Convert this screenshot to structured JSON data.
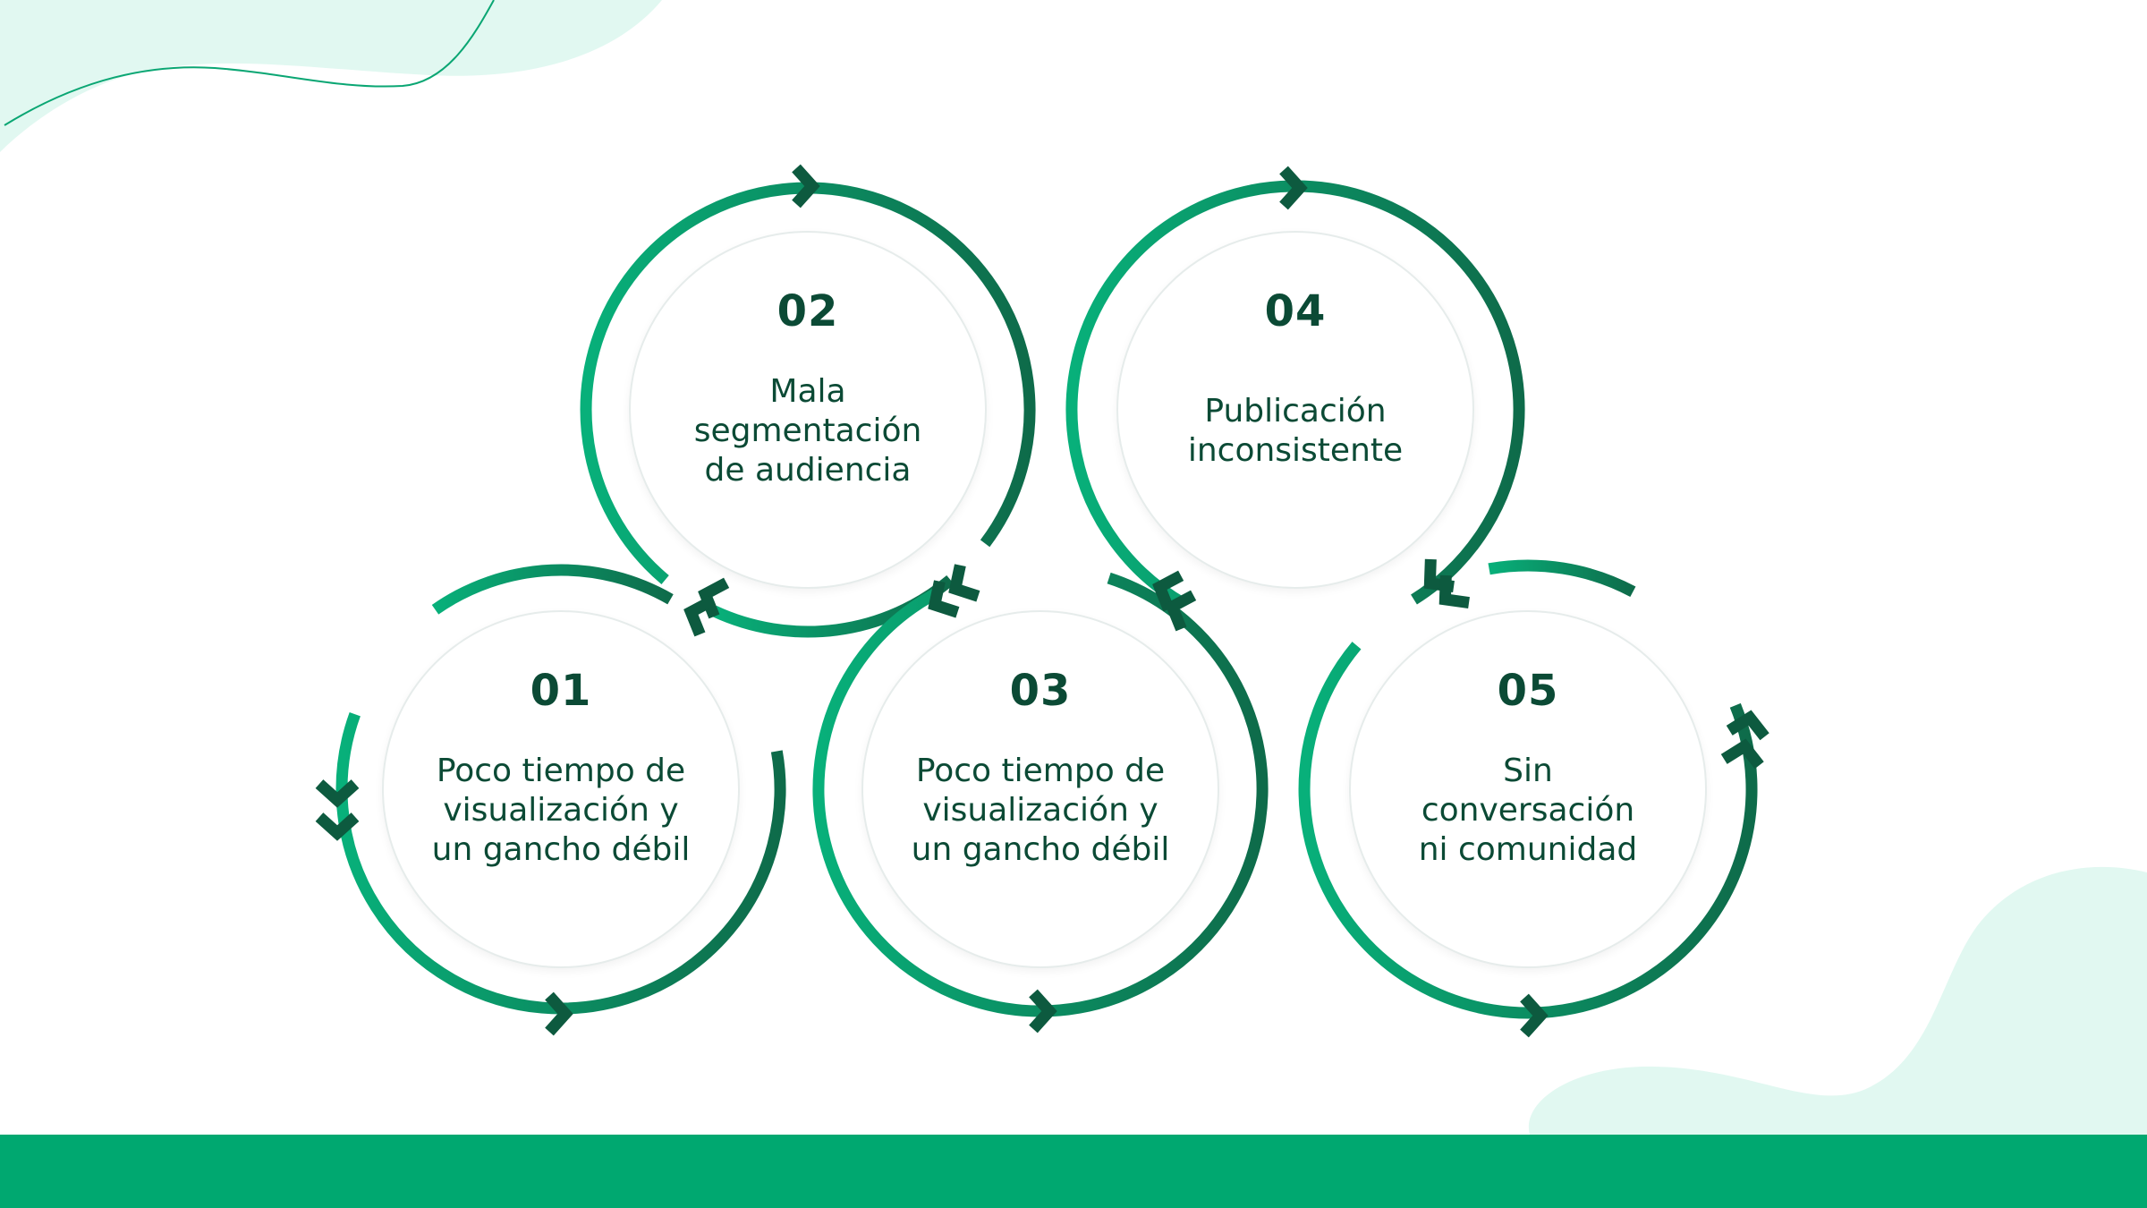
{
  "colors": {
    "accent": "#00a870",
    "ring_light": "#08b07a",
    "ring_dark": "#0e6b4a",
    "arrow": "#0d5a3f",
    "text": "#0b4a35",
    "blob": "#e1f8f1"
  },
  "steps": [
    {
      "number": "01",
      "lines": [
        "Poco tiempo de",
        "visualización y",
        "un gancho débil"
      ]
    },
    {
      "number": "02",
      "lines": [
        "Mala",
        "segmentación",
        "de audiencia"
      ]
    },
    {
      "number": "03",
      "lines": [
        "Poco tiempo de",
        "visualización y",
        "un gancho débil"
      ]
    },
    {
      "number": "04",
      "lines": [
        "Publicación",
        "inconsistente"
      ]
    },
    {
      "number": "05",
      "lines": [
        "Sin",
        "conversación",
        "ni comunidad"
      ]
    }
  ]
}
